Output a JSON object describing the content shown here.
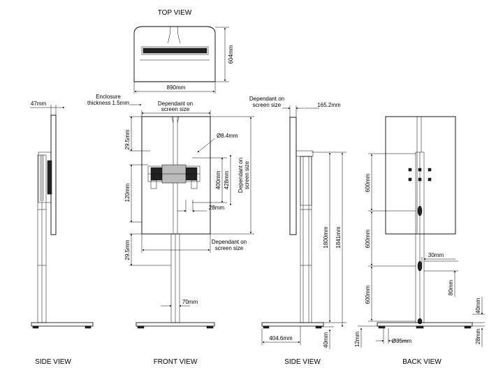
{
  "views": {
    "top": "TOP VIEW",
    "side_left": "SIDE VIEW",
    "front": "FRONT VIEW",
    "side_right": "SIDE VIEW",
    "back": "BACK VIEW"
  },
  "dimensions": {
    "top_depth": "604mm",
    "top_width": "890mm",
    "side_47": "47mm",
    "enclosure_1": "Enclosure",
    "enclosure_2": "thickness 1.5mm",
    "dep_front_top_1": "Dependant on",
    "dep_front_top_2": "screen size",
    "front_29_top": "29.5mm",
    "hole_dia": "Ø8.4mm",
    "front_400": "400mm",
    "front_428": "428mm",
    "dep_front_right_1": "Dependant on",
    "dep_front_right_2": "screen size",
    "front_120": "120mm",
    "front_28": "28mm",
    "front_29_bottom": "29.5mm",
    "dep_front_bottom_1": "Dependant on",
    "dep_front_bottom_2": "screen size",
    "front_70": "70mm",
    "dep_side_1": "Dependant on",
    "dep_side_2": "screen size",
    "side_165": "165.2mm",
    "side_1800": "1800mm",
    "side_1841": "1841mm",
    "side_404": "404.6mm",
    "side_40": "40mm",
    "back_600_top": "600mm",
    "back_600_mid": "600mm",
    "back_600_bottom": "600mm",
    "back_30": "30mm",
    "back_80": "80mm",
    "back_40": "40mm",
    "back_12": "12mm",
    "back_35": "Ø35mm",
    "back_28": "28mm"
  }
}
